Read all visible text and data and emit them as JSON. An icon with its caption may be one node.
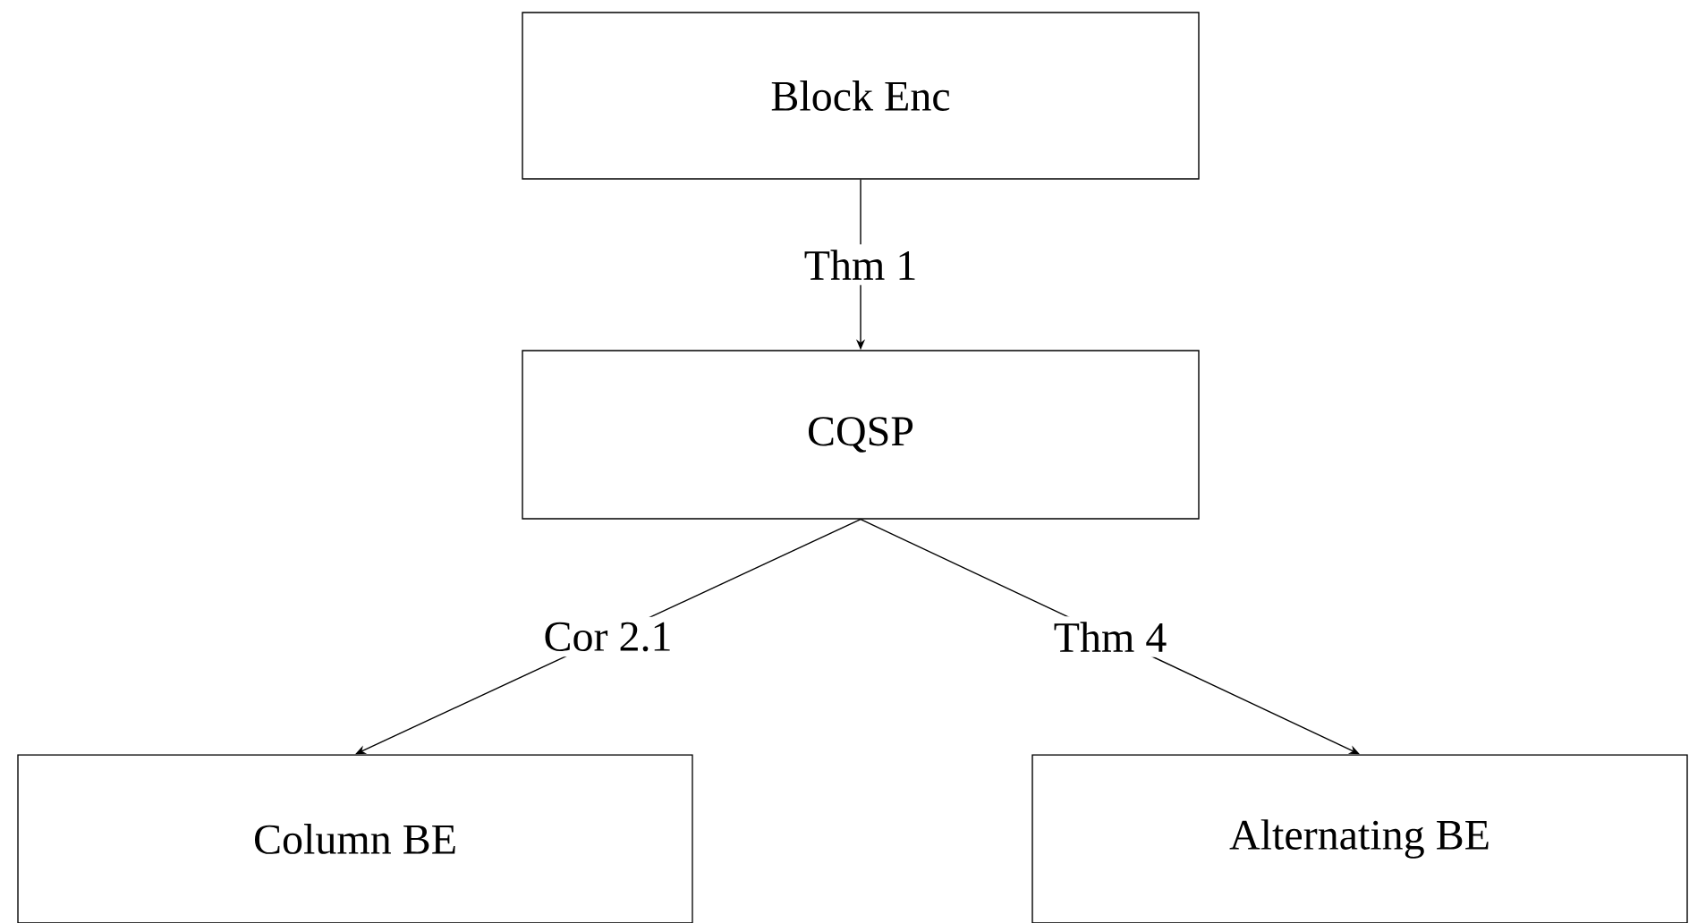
{
  "diagram": {
    "nodes": [
      {
        "text": [
          "Block Enc"
        ]
      },
      {
        "text": [
          "CQSP"
        ]
      },
      {
        "text": [
          "Column BE"
        ]
      },
      {
        "text": [
          "Alternating BE"
        ]
      }
    ],
    "edges": [
      {
        "from": 0,
        "to": 1,
        "arrow": "to",
        "label": "Thm 1"
      },
      {
        "from": 1,
        "to": 2,
        "arrow": "to",
        "label": "Cor 2.1"
      },
      {
        "from": 1,
        "to": 3,
        "arrow": "to",
        "label": "Thm 4"
      }
    ]
  }
}
